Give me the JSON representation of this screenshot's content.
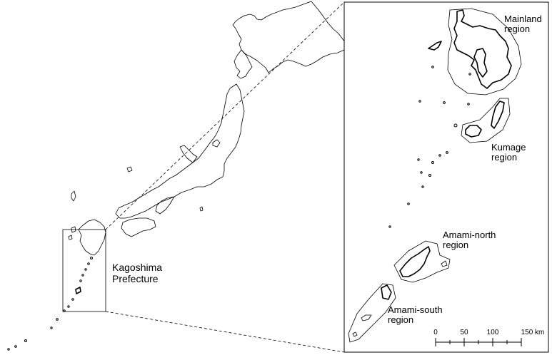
{
  "map": {
    "main_label": {
      "line1": "Kagoshima",
      "line2": "Prefecture"
    },
    "regions": [
      {
        "id": "mainland",
        "line1": "Mainland",
        "line2": "region"
      },
      {
        "id": "kumage",
        "line1": "Kumage",
        "line2": "region"
      },
      {
        "id": "amami-north",
        "line1": "Amami-north",
        "line2": "region"
      },
      {
        "id": "amami-south",
        "line1": "Amami-south",
        "line2": "region"
      }
    ],
    "scale_bar": {
      "ticks": [
        "0",
        "50",
        "100",
        "150 km"
      ]
    },
    "colors": {
      "ink": "#000000",
      "background": "#ffffff"
    }
  }
}
